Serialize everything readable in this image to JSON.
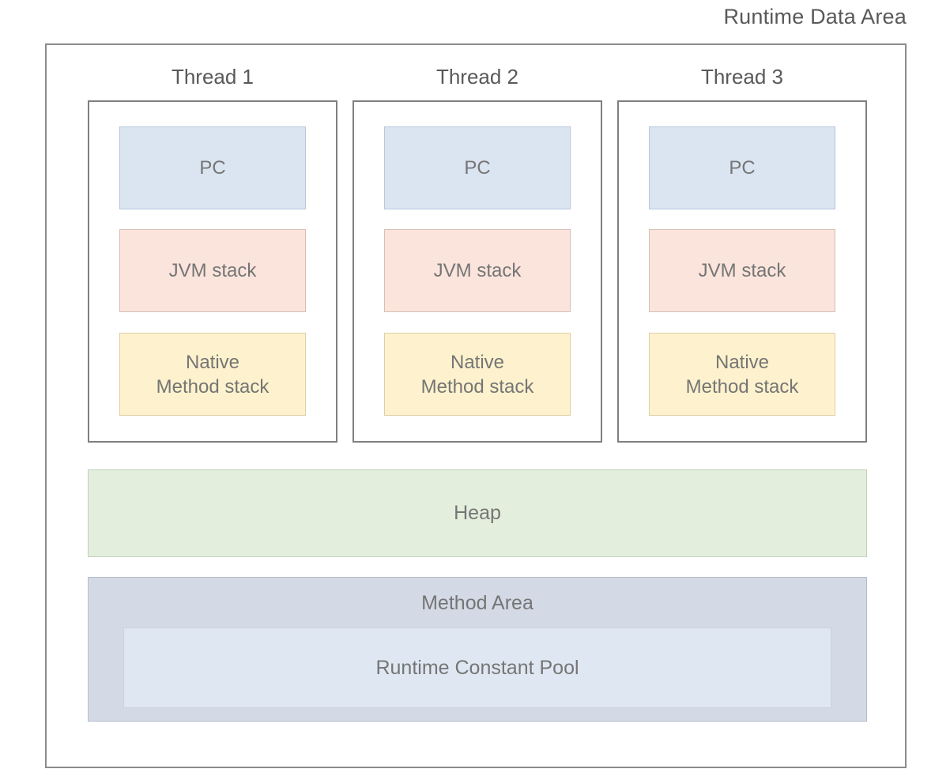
{
  "title": "Runtime Data Area",
  "threads": [
    {
      "label": "Thread 1",
      "blocks": {
        "pc": "PC",
        "jvm_stack": "JVM stack",
        "native_line1": "Native",
        "native_line2": "Method stack"
      }
    },
    {
      "label": "Thread 2",
      "blocks": {
        "pc": "PC",
        "jvm_stack": "JVM stack",
        "native_line1": "Native",
        "native_line2": "Method stack"
      }
    },
    {
      "label": "Thread 3",
      "blocks": {
        "pc": "PC",
        "jvm_stack": "JVM stack",
        "native_line1": "Native",
        "native_line2": "Method stack"
      }
    }
  ],
  "heap": {
    "label": "Heap"
  },
  "method_area": {
    "label": "Method Area",
    "constant_pool": "Runtime Constant Pool"
  },
  "colors": {
    "pc_fill": "#dbe5f1",
    "pc_border": "#b7c7dc",
    "jvm_stack_fill": "#fae4dc",
    "jvm_stack_border": "#d9bfb5",
    "native_stack_fill": "#fdf2cd",
    "native_stack_border": "#ddd0a4",
    "heap_fill": "#e4eedc",
    "heap_border": "#c3cfba",
    "method_area_fill": "#d3d9e5",
    "method_area_border": "#b5bdcc",
    "constant_pool_fill": "#dfe8f2",
    "constant_pool_border": "#c9d3e0",
    "frame_border": "#8c8c8c",
    "thread_border": "#7f7f7f",
    "text": "#757575",
    "heading_text": "#595959",
    "background": "#ffffff"
  }
}
